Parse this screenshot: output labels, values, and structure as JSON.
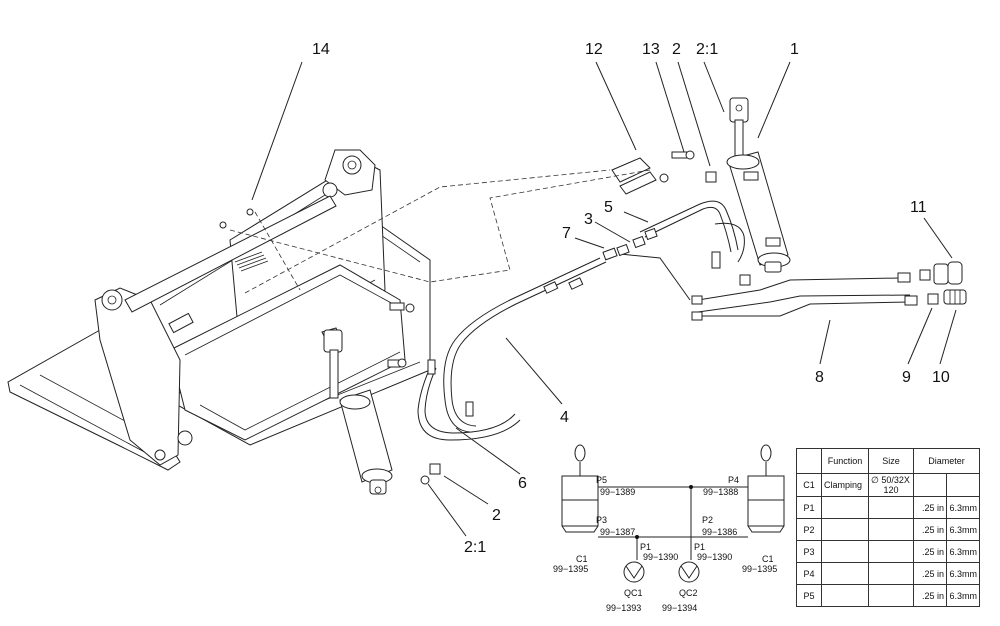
{
  "callouts": {
    "c14": "14",
    "c12": "12",
    "c13": "13",
    "c2a": "2",
    "c21a": "2:1",
    "c1": "1",
    "c11": "11",
    "c5": "5",
    "c3": "3",
    "c7": "7",
    "c8": "8",
    "c9": "9",
    "c10": "10",
    "c4": "4",
    "c6": "6",
    "c2b": "2",
    "c21b": "2:1"
  },
  "schematic": {
    "p5": "P5",
    "p5_part": "99−1389",
    "p4": "P4",
    "p4_part": "99−1388",
    "p3": "P3",
    "p3_part": "99−1387",
    "p2": "P2",
    "p2_part": "99−1386",
    "p1_left": "P1",
    "p1_left_part": "99−1390",
    "p1_right": "P1",
    "p1_right_part": "99−1390",
    "c1_left": "C1",
    "c1_left_part": "99−1395",
    "c1_right": "C1",
    "c1_right_part": "99−1395",
    "qc1": "QC1",
    "qc1_part": "99−1393",
    "qc2": "QC2",
    "qc2_part": "99−1394"
  },
  "table": {
    "headers": {
      "id": "",
      "function": "Function",
      "size": "Size",
      "diameter": "Diameter"
    },
    "rows": [
      {
        "id": "C1",
        "function": "Clamping",
        "size_line1": "∅ 50/32X",
        "size_line2": "120",
        "d_in": "",
        "d_mm": ""
      },
      {
        "id": "P1",
        "function": "",
        "size_line1": "",
        "size_line2": "",
        "d_in": ".25 in",
        "d_mm": "6.3mm"
      },
      {
        "id": "P2",
        "function": "",
        "size_line1": "",
        "size_line2": "",
        "d_in": ".25 in",
        "d_mm": "6.3mm"
      },
      {
        "id": "P3",
        "function": "",
        "size_line1": "",
        "size_line2": "",
        "d_in": ".25 in",
        "d_mm": "6.3mm"
      },
      {
        "id": "P4",
        "function": "",
        "size_line1": "",
        "size_line2": "",
        "d_in": ".25 in",
        "d_mm": "6.3mm"
      },
      {
        "id": "P5",
        "function": "",
        "size_line1": "",
        "size_line2": "",
        "d_in": ".25 in",
        "d_mm": "6.3mm"
      }
    ]
  }
}
